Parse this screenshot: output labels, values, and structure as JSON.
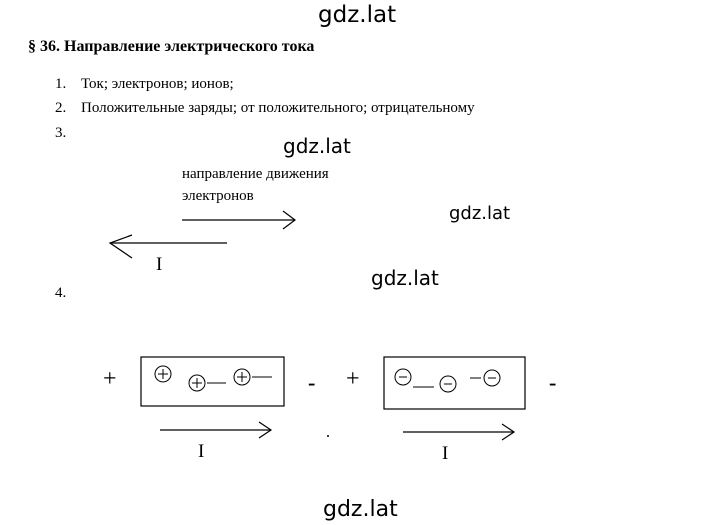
{
  "watermark": {
    "text": "gdz.lat"
  },
  "heading": "§ 36. Направление электрического тока",
  "answers": [
    {
      "num": "1.",
      "text": "Ток; электронов; ионов;"
    },
    {
      "num": "2.",
      "text": "Положительные заряды; от положительного; отрицательному"
    },
    {
      "num": "3.",
      "text": ""
    },
    {
      "num": "4.",
      "text": ""
    }
  ],
  "diagram3": {
    "label_line1": "направление движения",
    "label_line2": "электронов",
    "current_symbol": "I"
  },
  "diagram4": {
    "left_plus": "+",
    "left_minus": "-",
    "right_plus": "+",
    "right_minus": "-",
    "current_symbol_left": "I",
    "current_symbol_right": "I"
  }
}
